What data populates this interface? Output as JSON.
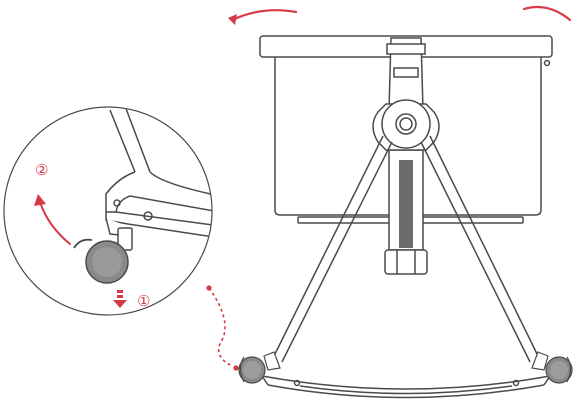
{
  "steps": [
    {
      "label": "②",
      "direction": "rotate"
    },
    {
      "label": "①",
      "direction": "press-down"
    }
  ],
  "colors": {
    "accent": "#d63a46",
    "line": "#4a4a4a",
    "wheel": "#8a8a8a",
    "background": "#ffffff"
  }
}
